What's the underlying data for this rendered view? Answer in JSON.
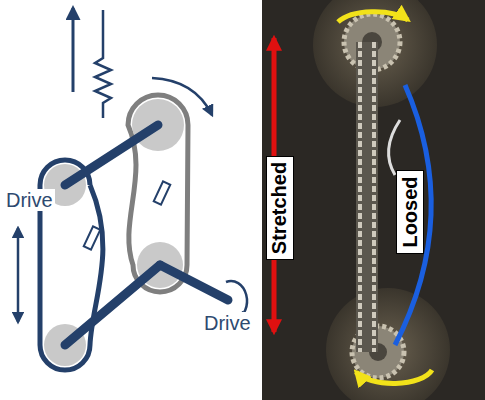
{
  "diagram": {
    "nodes": [
      {
        "text": [
          "Stretched"
        ]
      },
      {
        "text": [
          "Loosed"
        ]
      }
    ],
    "labels": [
      "Drive",
      "Drive"
    ]
  }
}
